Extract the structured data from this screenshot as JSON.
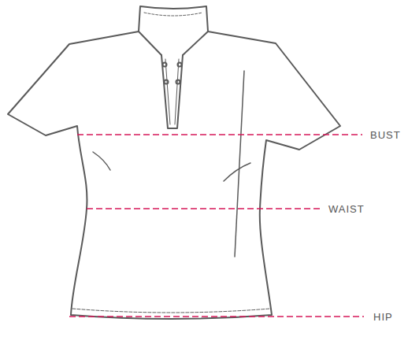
{
  "diagram": {
    "labels": [
      "BUST",
      "WAIST",
      "HIP"
    ]
  }
}
